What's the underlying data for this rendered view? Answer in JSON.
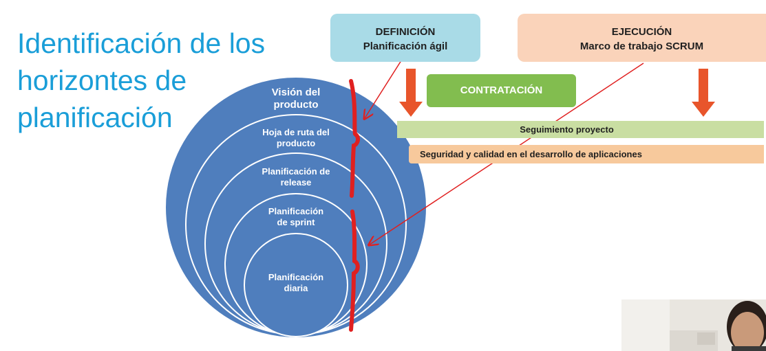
{
  "slide": {
    "title_lines": [
      "Identificación de los",
      "horizontes de",
      "planificación"
    ]
  },
  "boxes": {
    "definicion": {
      "line1": "DEFINICIÓN",
      "line2": "Planificación ágil"
    },
    "ejecucion": {
      "line1": "EJECUCIÓN",
      "line2": "Marco de trabajo SCRUM"
    },
    "contratacion": "CONTRATACIÓN"
  },
  "bars": {
    "seguimiento": "Seguimiento proyecto",
    "seguridad": "Seguridad y calidad en el desarrollo de aplicaciones"
  },
  "circles": {
    "vision": [
      "Visión del",
      "producto"
    ],
    "hoja_ruta": [
      "Hoja de ruta del",
      "producto"
    ],
    "release": [
      "Planificación de",
      "release"
    ],
    "sprint": [
      "Planificación",
      "de sprint"
    ],
    "diaria": [
      "Planificación",
      "diaria"
    ]
  },
  "colors": {
    "title": "#1a9ed8",
    "circle_fill": "#4f7ebd",
    "definicion_bg": "#a9dbe7",
    "ejecucion_bg": "#fad3ba",
    "contratacion_bg": "#82bd4f",
    "seguimiento_bg": "#c9dea2",
    "seguridad_bg": "#f7c99c",
    "arrow_orange": "#e8552b",
    "annotation_red": "#e02020"
  },
  "overlay": {
    "webcam_icon": "presenter-webcam-thumbnail"
  }
}
